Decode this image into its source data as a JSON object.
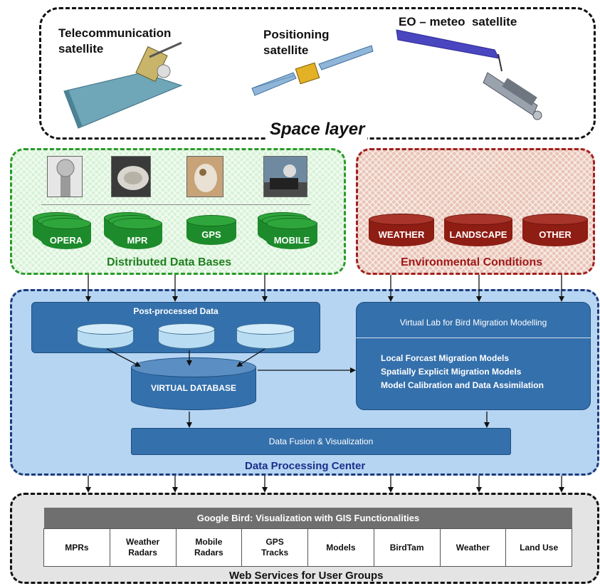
{
  "space_layer": {
    "title": "Space layer",
    "satellites": [
      {
        "label": "Telecommunication\nsatellite"
      },
      {
        "label": "Positioning\nsatellite"
      },
      {
        "label": "EO – meteo  satellite"
      }
    ]
  },
  "distributed_databases": {
    "caption": "Distributed Data Bases",
    "databases": [
      "OPERA",
      "MPR",
      "GPS",
      "MOBILE"
    ]
  },
  "environmental_conditions": {
    "caption": "Environmental Conditions",
    "databases": [
      "WEATHER",
      "LANDSCAPE",
      "OTHER"
    ]
  },
  "data_processing_center": {
    "caption": "Data Processing Center",
    "post_processed_title": "Post-processed Data",
    "virtual_database": "VIRTUAL DATABASE",
    "virtual_lab_title": "Virtual Lab for Bird Migration Modelling",
    "models": [
      "Local Forcast Migration Models",
      "Spatially Explicit Migration Models",
      "Model Calibration and Data Assimilation"
    ],
    "fusion": "Data Fusion & Visualization"
  },
  "web_services": {
    "caption": "Web Services for User Groups",
    "header": "Google Bird: Visualization with GIS Functionalities",
    "services": [
      "MPRs",
      "Weather\nRadars",
      "Mobile\nRadars",
      "GPS\nTracks",
      "Models",
      "BirdTam",
      "Weather",
      "Land Use"
    ]
  }
}
